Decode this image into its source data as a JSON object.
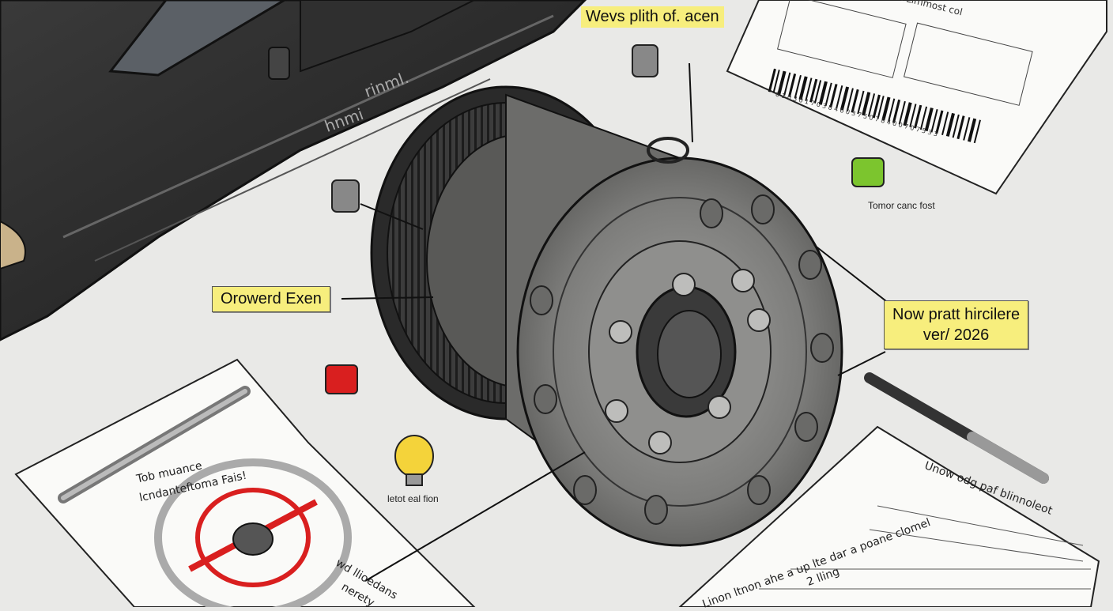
{
  "callouts": {
    "top_title": "Wevs plith of. acen",
    "left_label": "Orowerd Exen",
    "right_label_line1": "Now pratt hircilere",
    "right_label_line2": "ver/ 2026",
    "green_note": "Tomor canc fost",
    "bulb_note": "letot eal fion"
  },
  "car": {
    "door_text_1": "hnmi",
    "door_text_2": "rinml."
  },
  "top_doc": {
    "heading": "at Limmost col",
    "barcode_digits": "0 1 0 3 0 1 7 0 3 8 4 6 0 3 7 5 0 7 8 4 0 0 7 0 7 5 3 3"
  },
  "left_doc": {
    "line1": "Tob muance",
    "line2": "lcndanteftoma Fais!",
    "bottom1": "wd llioedans",
    "bottom2": "nerety"
  },
  "right_doc": {
    "heading": "Unow odg paf blinnoleot",
    "line1": "Linon ltnon ahe a up lte dar a poane clomel",
    "line2": "2 lling"
  },
  "colors": {
    "callout_yellow": "#f7ee7d",
    "marker_red": "#d91f1f",
    "marker_green": "#7cc52e",
    "bulb_yellow": "#f4d33a",
    "drum_grey": "#8a8a88",
    "car_black": "#2b2b2b"
  },
  "icons": [
    "bulb-icon",
    "red-cube-icon",
    "green-cube-icon",
    "grey-cap-icon",
    "pen-icon",
    "chain-link-icon"
  ]
}
